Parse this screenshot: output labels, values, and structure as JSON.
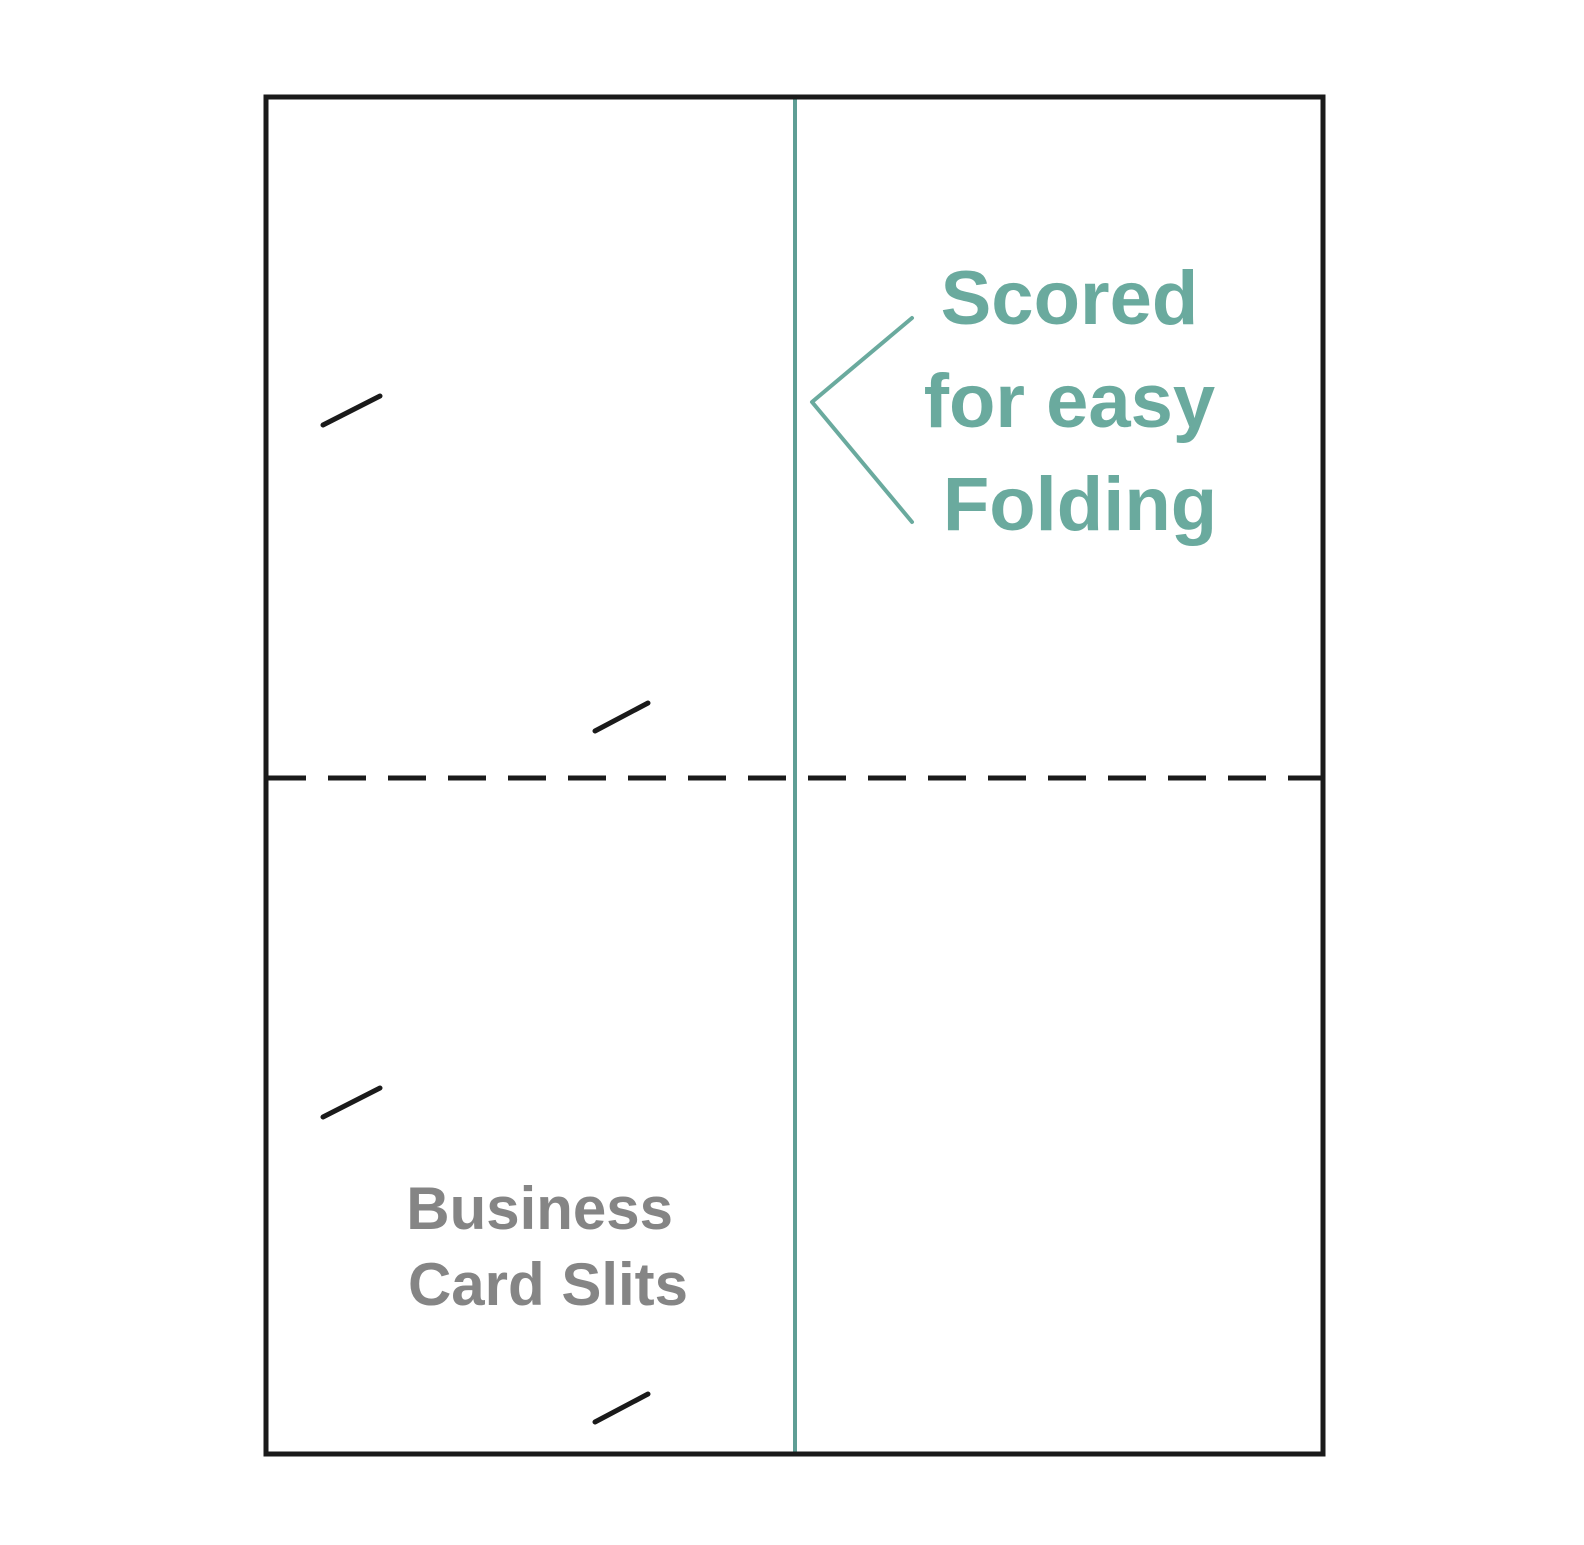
{
  "diagram": {
    "score_label": {
      "lines": [
        "Scored",
        "for easy",
        "Folding"
      ]
    },
    "slits_label": {
      "lines": [
        "Business",
        "Card Slits"
      ]
    },
    "colors": {
      "sheet_border": "#1a1a1a",
      "perforation": "#1a1a1a",
      "score_line": "#5f9e95",
      "score_text": "#6aaa9e",
      "slit_text": "#858585",
      "slit_mark": "#1a1a1a",
      "background": "#ffffff"
    }
  }
}
